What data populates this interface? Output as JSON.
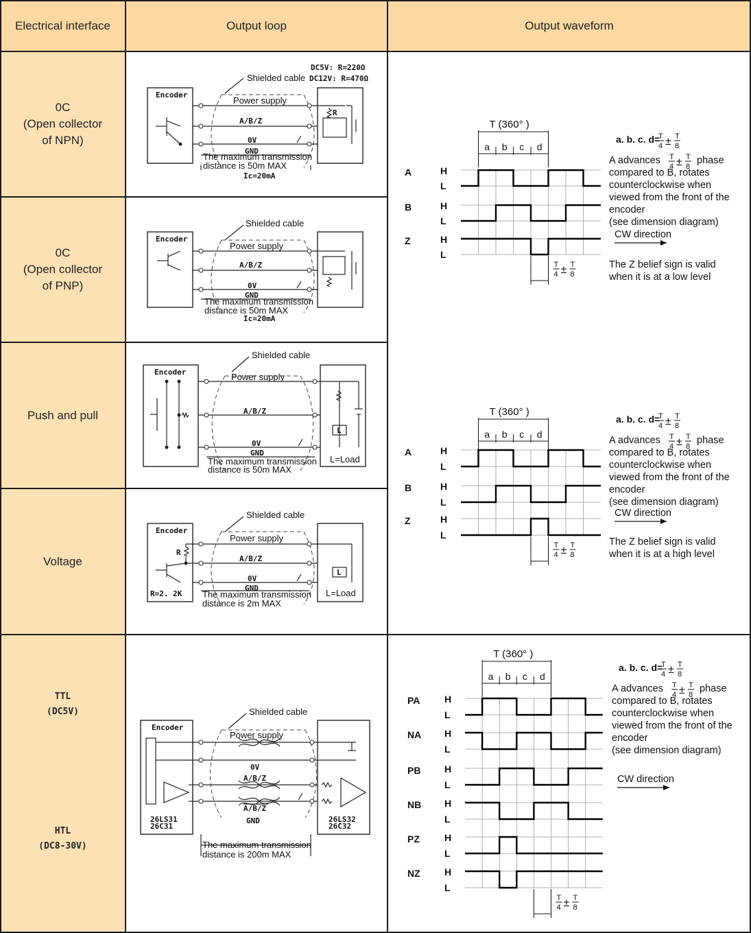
{
  "headers": {
    "col1": "Electrical interface",
    "col2": "Output loop",
    "col3": "Output waveform"
  },
  "interfaces": [
    {
      "lines": [
        "0C",
        "(Open collector",
        "of NPN)"
      ]
    },
    {
      "lines": [
        "0C",
        "(Open collector",
        "of PNP)"
      ]
    },
    {
      "lines": [
        "Push and pull"
      ]
    },
    {
      "lines": [
        "Voltage"
      ]
    },
    {
      "ttl": [
        "TTL",
        "(DC5V)"
      ],
      "htl": [
        "HTL",
        "(DC8-30V)"
      ]
    }
  ],
  "circuits": {
    "encoder": "Encoder",
    "shielded_cable": "Shielded cable",
    "power_supply": "Power supply",
    "abz": "A/B/Z",
    "ov": "0V",
    "gnd": "GND",
    "r": "R",
    "l": "L",
    "load": "L=Load",
    "npn": {
      "dc5v": "DC5V:  R=220Ω",
      "dc12v": "DC12V:  R=470Ω",
      "dist1": "The maximum transmission",
      "dist2": "distance is 50m MAX",
      "ic": "Ic=20mA"
    },
    "pnp": {
      "dist1": "The maximum transmission",
      "dist2": "distance is 50m MAX",
      "ic": "Ic=20mA"
    },
    "pushpull": {
      "dist1": "The maximum transmission",
      "dist2": "distance is 50m MAX"
    },
    "voltage": {
      "rval": "R=2. 2K",
      "dist1": "The maximum transmission",
      "dist2": "distance is 2m MAX"
    },
    "diff": {
      "abz_bar": "A/B/Z",
      "drv1": "26LS31",
      "drv2": "26C31",
      "rcv1": "26LS32",
      "rcv2": "26C32",
      "dist1": "The maximum transmission",
      "dist2": "distance is 200m MAX"
    }
  },
  "waveforms": {
    "period": "T (360° )",
    "ticks": [
      "a",
      "b",
      "c",
      "d"
    ],
    "formula": "a. b. c. d=",
    "pm": "±",
    "frac_t": "T",
    "frac_4": "4",
    "frac_8": "8",
    "h": "H",
    "l": "L",
    "advance_1": "A advances",
    "advance_2": "phase",
    "advance_lines": [
      "compared to B, rotates",
      "counterclockwise when",
      "viewed from the front of the",
      "encoder",
      "(see dimension diagram)"
    ],
    "cw": "CW direction",
    "z_low": [
      "The Z belief sign is valid",
      "when it is at a low level"
    ],
    "z_high": [
      "The Z belief sign is valid",
      "when it is at a high level"
    ],
    "ch_abz": [
      "A",
      "B",
      "Z"
    ],
    "ch_diff": [
      "PA",
      "NA",
      "PB",
      "NB",
      "PZ",
      "NZ"
    ]
  }
}
